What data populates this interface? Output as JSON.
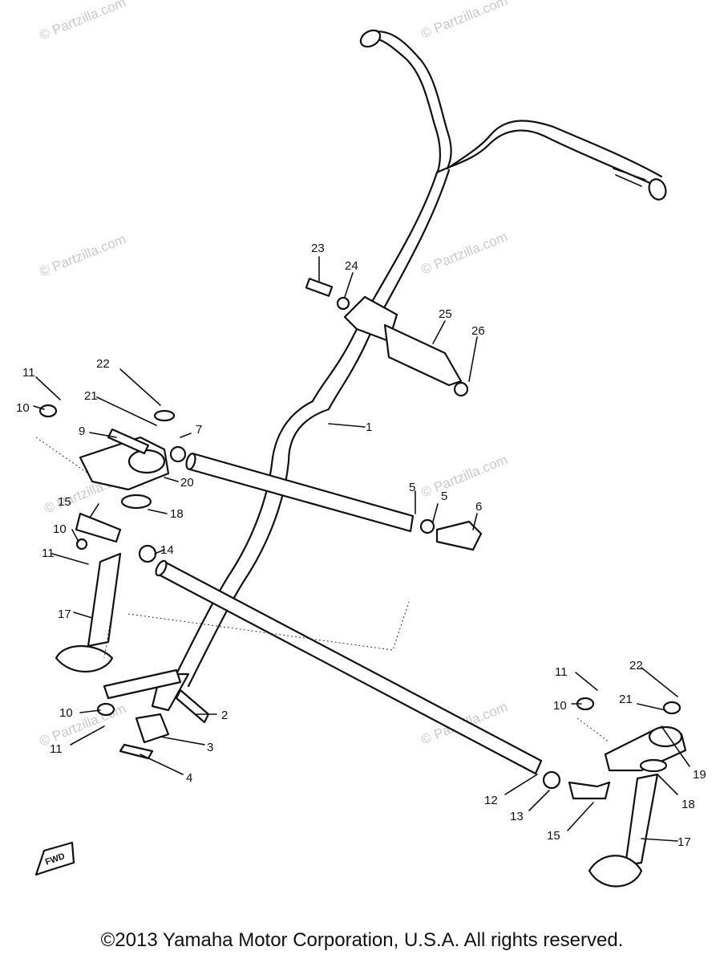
{
  "watermark": "© Partzilla.com",
  "fwd_label": "FWD",
  "copyright": "©2013 Yamaha Motor Corporation, U.S.A. All rights reserved.",
  "callouts": [
    {
      "id": "c1",
      "label": "1"
    },
    {
      "id": "c2",
      "label": "2"
    },
    {
      "id": "c3",
      "label": "3"
    },
    {
      "id": "c4",
      "label": "4"
    },
    {
      "id": "c5a",
      "label": "5"
    },
    {
      "id": "c5b",
      "label": "5"
    },
    {
      "id": "c6",
      "label": "6"
    },
    {
      "id": "c7",
      "label": "7"
    },
    {
      "id": "c9",
      "label": "9"
    },
    {
      "id": "c10a",
      "label": "10"
    },
    {
      "id": "c10b",
      "label": "10"
    },
    {
      "id": "c10c",
      "label": "10"
    },
    {
      "id": "c10d",
      "label": "10"
    },
    {
      "id": "c11a",
      "label": "11"
    },
    {
      "id": "c11b",
      "label": "11"
    },
    {
      "id": "c11c",
      "label": "11"
    },
    {
      "id": "c11d",
      "label": "11"
    },
    {
      "id": "c12",
      "label": "12"
    },
    {
      "id": "c13",
      "label": "13"
    },
    {
      "id": "c14",
      "label": "14"
    },
    {
      "id": "c15a",
      "label": "15"
    },
    {
      "id": "c15b",
      "label": "15"
    },
    {
      "id": "c17a",
      "label": "17"
    },
    {
      "id": "c17b",
      "label": "17"
    },
    {
      "id": "c18a",
      "label": "18"
    },
    {
      "id": "c18b",
      "label": "18"
    },
    {
      "id": "c19",
      "label": "19"
    },
    {
      "id": "c20",
      "label": "20"
    },
    {
      "id": "c21a",
      "label": "21"
    },
    {
      "id": "c21b",
      "label": "21"
    },
    {
      "id": "c22a",
      "label": "22"
    },
    {
      "id": "c22b",
      "label": "22"
    },
    {
      "id": "c23",
      "label": "23"
    },
    {
      "id": "c24",
      "label": "24"
    },
    {
      "id": "c25",
      "label": "25"
    },
    {
      "id": "c26",
      "label": "26"
    }
  ]
}
